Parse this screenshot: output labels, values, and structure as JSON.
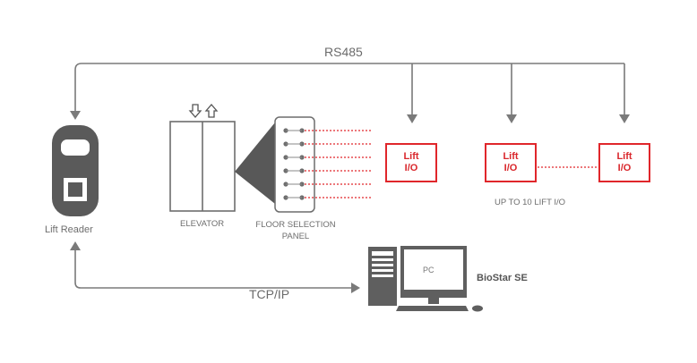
{
  "bus_label": "RS485",
  "network_label": "TCP/IP",
  "reader": {
    "label": "Lift Reader"
  },
  "elevator": {
    "label": "ELEVATOR"
  },
  "floor_panel": {
    "label_line1": "FLOOR SELECTION",
    "label_line2": "PANEL"
  },
  "lift_io_boxes": [
    {
      "line1": "Lift",
      "line2": "I/O"
    },
    {
      "line1": "Lift",
      "line2": "I/O"
    },
    {
      "line1": "Lift",
      "line2": "I/O"
    }
  ],
  "lift_io_note": "UP TO 10 LIFT I/O",
  "pc": {
    "screen_label": "PC",
    "software_label": "BioStar SE"
  },
  "colors": {
    "line": "#7a7a7a",
    "accent_red": "#e0262b",
    "device_dark": "#5a5a5a"
  }
}
